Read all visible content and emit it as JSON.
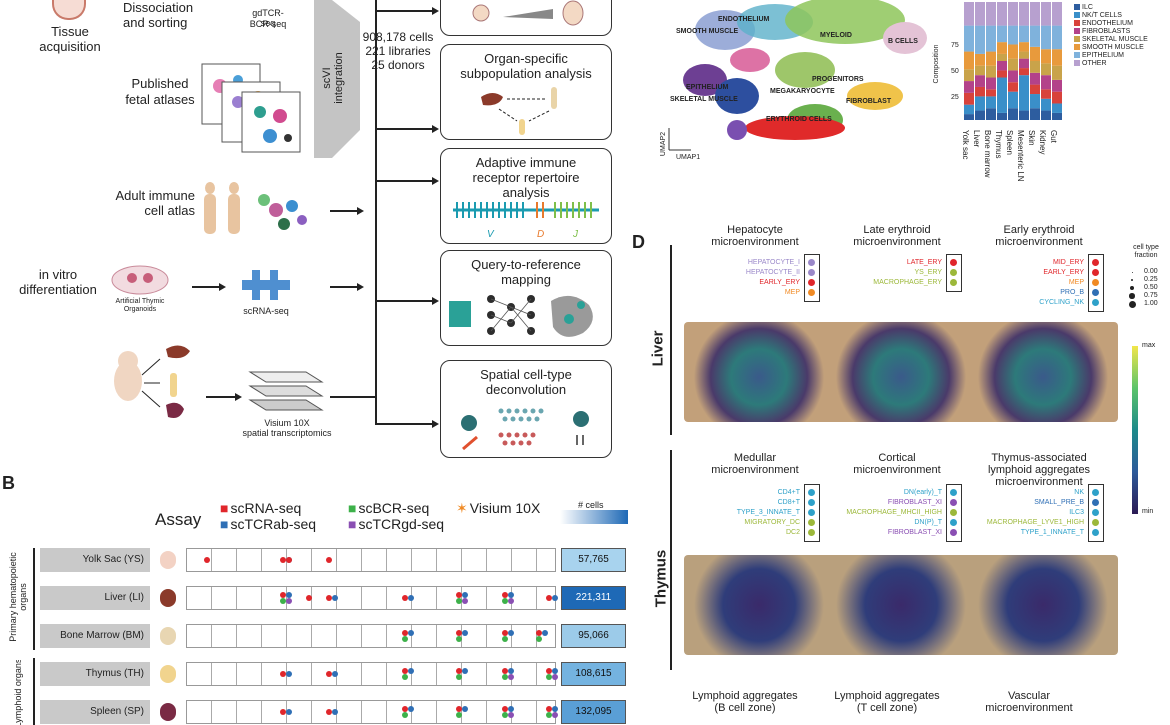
{
  "panelA": {
    "tissue_acquisition": "Tissue acquisition",
    "dissociation": "Dissociation and sorting",
    "seq_lines": [
      "gdTCR-seq",
      "BCR-seq"
    ],
    "published_atlases": [
      "Published",
      "fetal atlases"
    ],
    "scvi": [
      "scVI",
      "integration"
    ],
    "stats": [
      "908,178 cells",
      "221 libraries",
      "25 donors"
    ],
    "adult_atlas": [
      "Adult immune",
      "cell atlas"
    ],
    "in_vitro": [
      "in vitro",
      "differentiation"
    ],
    "ato": [
      "Artificial Thymic",
      "Organoids"
    ],
    "scrnaseq": "scRNA-seq",
    "visium": [
      "Visium 10X",
      "spatial transcriptomics"
    ],
    "boxes": {
      "organ_specific": [
        "Organ-specific",
        "subpopulation analysis"
      ],
      "adaptive": [
        "Adaptive immune",
        "receptor repertoire",
        "analysis"
      ],
      "query": [
        "Query-to-reference",
        "mapping"
      ],
      "spatial": [
        "Spatial cell-type",
        "deconvolution"
      ]
    },
    "vdj": [
      "V",
      "D",
      "J"
    ]
  },
  "umap": {
    "clusters": [
      "ENDOTHELIUM",
      "SMOOTH MUSCLE",
      "MYELOID",
      "B CELLS",
      "EPITHELIUM",
      "SKELETAL MUSCLE",
      "PROGENITORS",
      "MEGAKARYOCYTE",
      "FIBROBLAST",
      "ERYTHROID CELLS"
    ],
    "axis1": "UMAP1",
    "axis2": "UMAP2"
  },
  "stacked": {
    "ylabel": "Composition",
    "yticks": [
      "25",
      "50",
      "75"
    ],
    "organs": [
      "Yolk sac",
      "Liver",
      "Bone marrow",
      "Thymus",
      "Spleen",
      "Mesenteric LN",
      "Skin",
      "Kidney",
      "Gut"
    ],
    "legend": [
      {
        "label": "ILC",
        "color": "#2d5d9f"
      },
      {
        "label": "NK/T CELLS",
        "color": "#3a8fc9"
      },
      {
        "label": "ENDOTHELIUM",
        "color": "#d8423b"
      },
      {
        "label": "FIBROBLASTS",
        "color": "#b3428a"
      },
      {
        "label": "SKELETAL MUSCLE",
        "color": "#c9a34a"
      },
      {
        "label": "SMOOTH MUSCLE",
        "color": "#e89a3c"
      },
      {
        "label": "EPITHELIUM",
        "color": "#7fb2dc"
      },
      {
        "label": "OTHER",
        "color": "#b7a0cf"
      }
    ]
  },
  "panelB": {
    "letter": "B",
    "assay_title": "Assay",
    "assays": [
      {
        "label": "scRNA-seq",
        "color": "#e0262b",
        "marker": "■"
      },
      {
        "label": "scBCR-seq",
        "color": "#3db14a",
        "marker": "■"
      },
      {
        "label": "Visium 10X",
        "color": "#f08a24",
        "marker": "✶"
      },
      {
        "label": "scTCRab-seq",
        "color": "#2f6fb5",
        "marker": "■"
      },
      {
        "label": "scTCRgd-seq",
        "color": "#8a4fb3",
        "marker": "■"
      }
    ],
    "cells_header": "# cells",
    "group1": [
      "Primary hematopoietic",
      "organs"
    ],
    "group2": [
      "Lymphoid organs"
    ],
    "rows": [
      {
        "label": "Yolk Sac (YS)",
        "count": "57,765",
        "shade": "#a8d3ee"
      },
      {
        "label": "Liver (LI)",
        "count": "221,311",
        "shade": "#1e69b6"
      },
      {
        "label": "Bone Marrow (BM)",
        "count": "95,066",
        "shade": "#9ccbe9"
      },
      {
        "label": "Thymus (TH)",
        "count": "108,615",
        "shade": "#74b3e0"
      },
      {
        "label": "Spleen (SP)",
        "count": "132,095",
        "shade": "#5a9fd6"
      }
    ]
  },
  "panelD": {
    "letter": "D",
    "row_liver": "Liver",
    "row_thymus": "Thymus",
    "cols_liver": [
      {
        "title": [
          "Hepatocyte",
          "microenvironment"
        ],
        "labels": [
          {
            "t": "HEPATOCYTE_I",
            "c": "#9a88c9"
          },
          {
            "t": "HEPATOCYTE_II",
            "c": "#9a88c9"
          },
          {
            "t": "EARLY_ERY",
            "c": "#e0262b"
          },
          {
            "t": "MEP",
            "c": "#f08a24"
          }
        ]
      },
      {
        "title": [
          "Late erythroid",
          "microenvironment"
        ],
        "labels": [
          {
            "t": "LATE_ERY",
            "c": "#e0262b"
          },
          {
            "t": "YS_ERY",
            "c": "#9cb83a"
          },
          {
            "t": "MACROPHAGE_ERY",
            "c": "#9cb83a"
          }
        ]
      },
      {
        "title": [
          "Early erythroid",
          "microenvironment"
        ],
        "labels": [
          {
            "t": "MID_ERY",
            "c": "#e0262b"
          },
          {
            "t": "EARLY_ERY",
            "c": "#e0262b"
          },
          {
            "t": "MEP",
            "c": "#f08a24"
          },
          {
            "t": "PRO_B",
            "c": "#2f6fb5"
          },
          {
            "t": "CYCLING_NK",
            "c": "#2ea1c9"
          }
        ]
      }
    ],
    "cols_thymus": [
      {
        "title": [
          "Medullar",
          "microenvironment"
        ],
        "labels": [
          {
            "t": "CD4+T",
            "c": "#2ea1c9"
          },
          {
            "t": "CD8+T",
            "c": "#2ea1c9"
          },
          {
            "t": "TYPE_3_INNATE_T",
            "c": "#2ea1c9"
          },
          {
            "t": "MIGRATORY_DC",
            "c": "#9cb83a"
          },
          {
            "t": "DC2",
            "c": "#9cb83a"
          }
        ]
      },
      {
        "title": [
          "Cortical",
          "microenvironment"
        ],
        "labels": [
          {
            "t": "DN(early)_T",
            "c": "#2ea1c9"
          },
          {
            "t": "FIBROBLAST_XI",
            "c": "#8a4fb3"
          },
          {
            "t": "MACROPHAGE_MHCII_HIGH",
            "c": "#9cb83a"
          },
          {
            "t": "DN(P)_T",
            "c": "#2ea1c9"
          },
          {
            "t": "FIBROBLAST_XI",
            "c": "#8a4fb3"
          }
        ]
      },
      {
        "title": [
          "Thymus-associated",
          "lymphoid aggregates",
          "microenvironment"
        ],
        "labels": [
          {
            "t": "NK",
            "c": "#2ea1c9"
          },
          {
            "t": "SMALL_PRE_B",
            "c": "#2f6fb5"
          },
          {
            "t": "ILC3",
            "c": "#2ea1c9"
          },
          {
            "t": "MACROPHAGE_LYVE1_HIGH",
            "c": "#9cb83a"
          },
          {
            "t": "TYPE_1_INNATE_T",
            "c": "#2ea1c9"
          }
        ]
      }
    ],
    "bottom_titles": [
      [
        "Lymphoid aggregates",
        "(B cell zone)"
      ],
      [
        "Lymphoid aggregates",
        "(T cell zone)"
      ],
      [
        "Vascular",
        "microenvironment"
      ]
    ],
    "size_legend": {
      "title": [
        "cell type",
        "fraction"
      ],
      "values": [
        "0.00",
        "0.25",
        "0.50",
        "0.75",
        "1.00"
      ]
    },
    "color_legend": {
      "max": "max",
      "min": "min"
    }
  }
}
